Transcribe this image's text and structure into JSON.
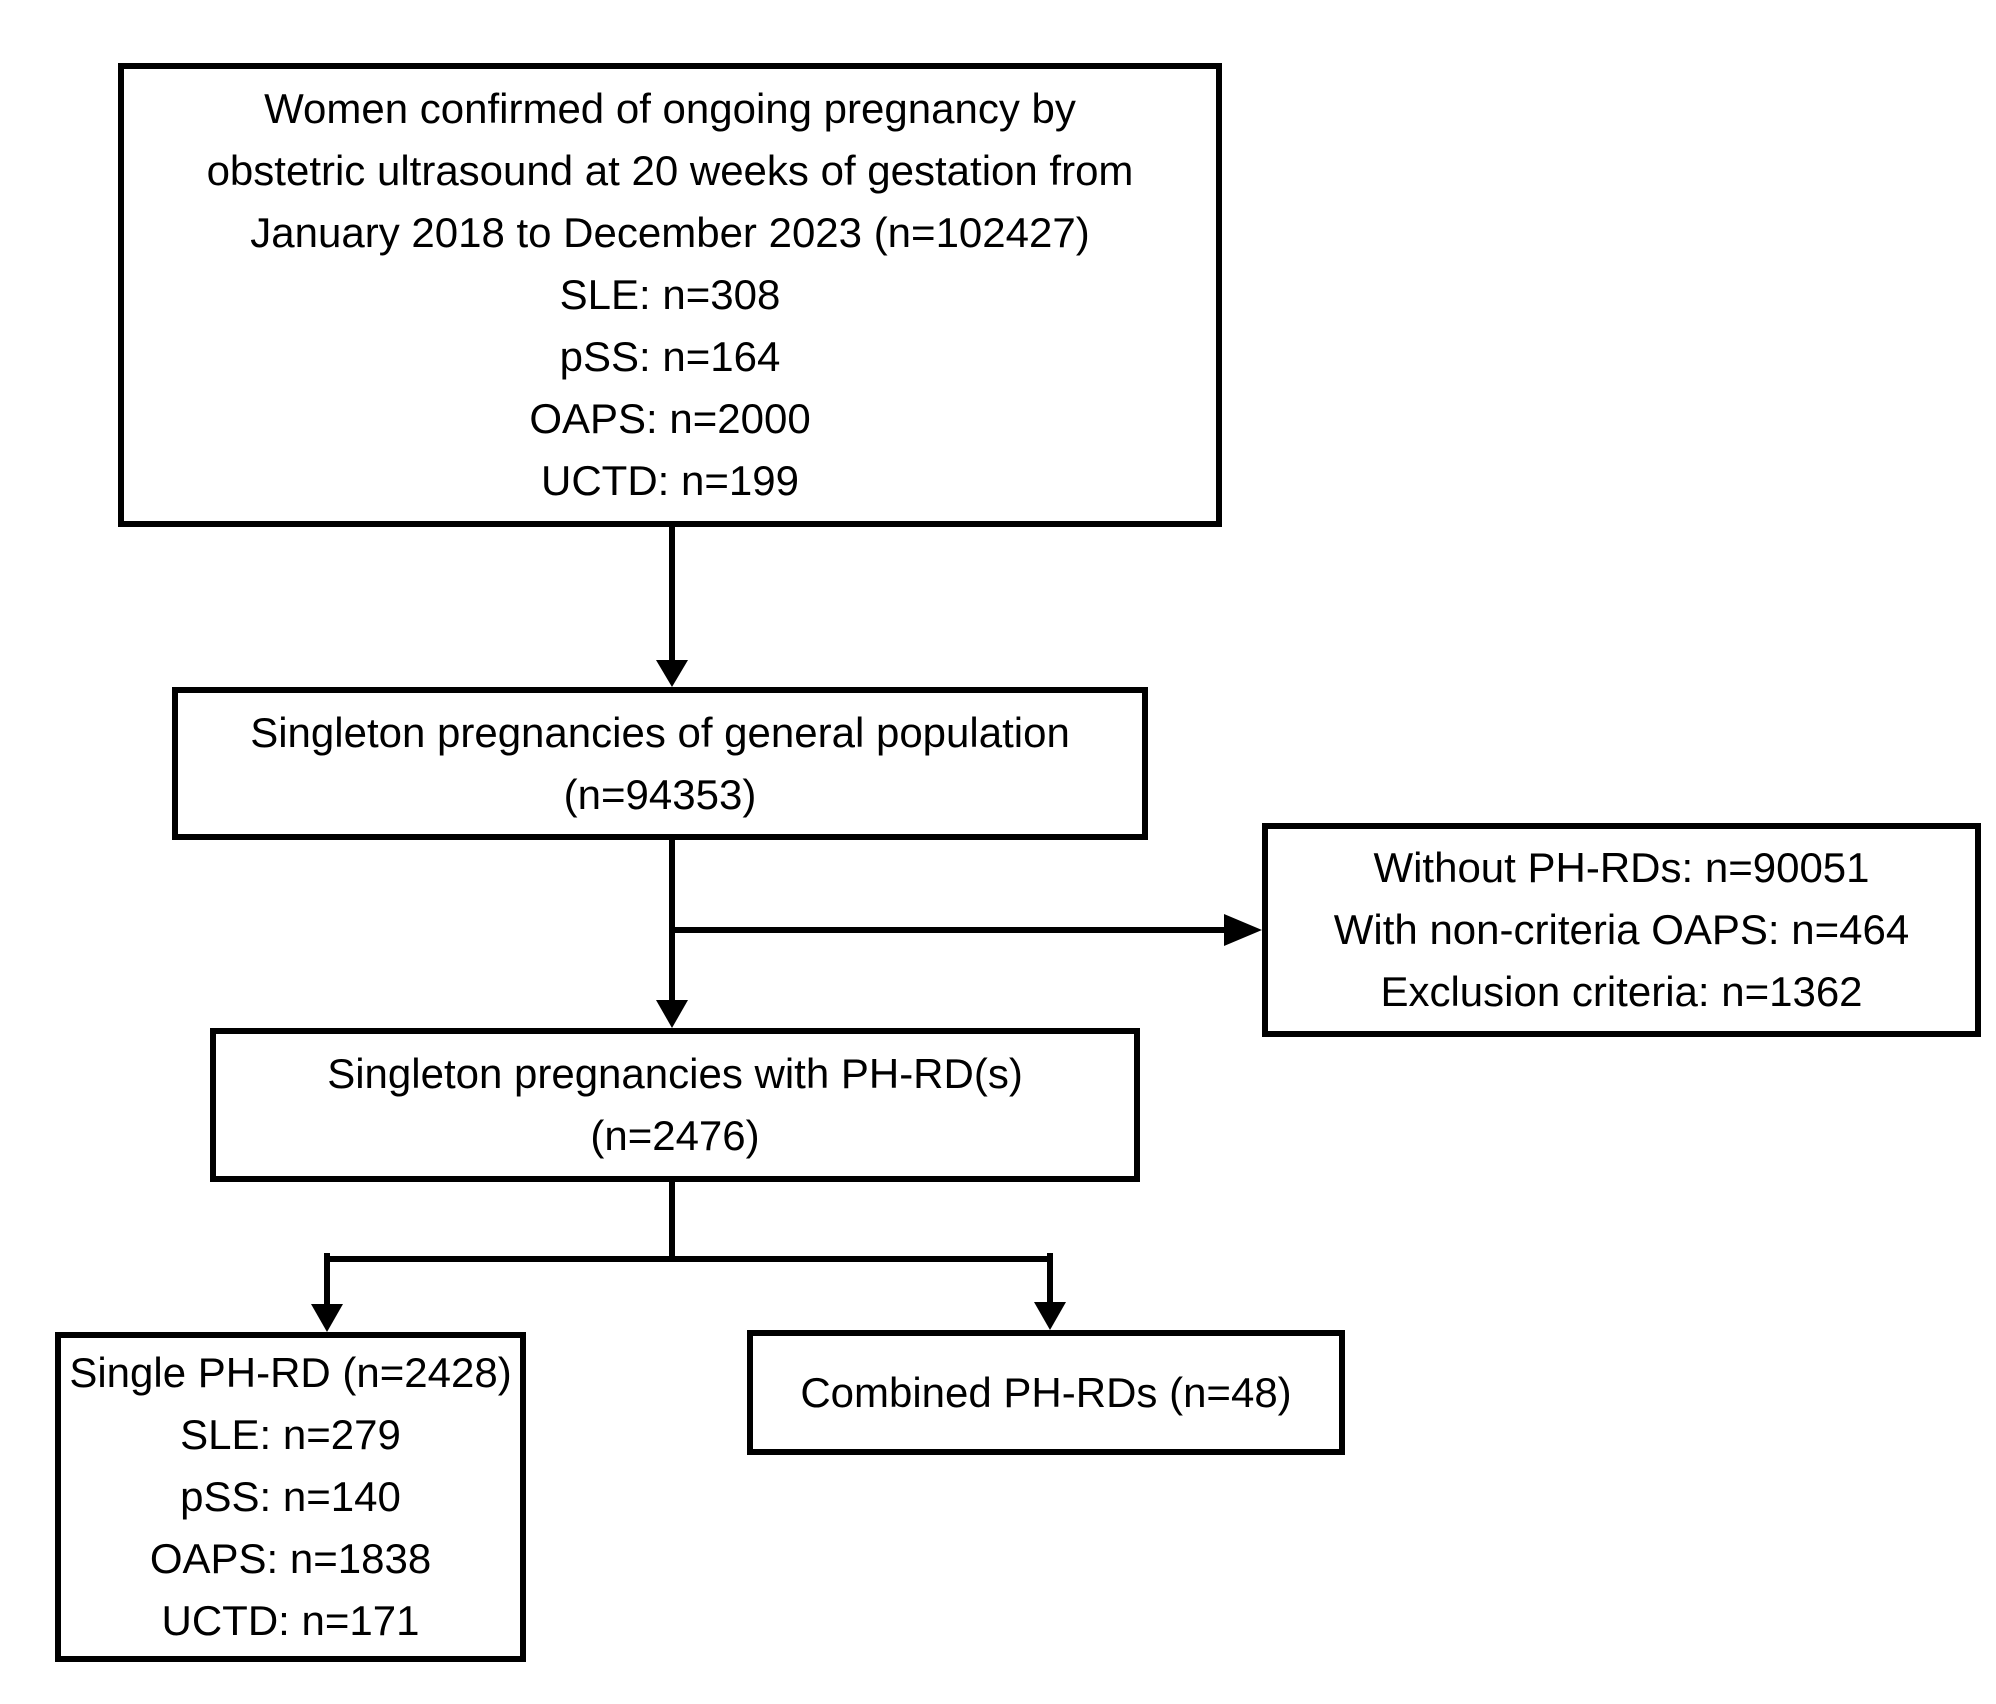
{
  "colors": {
    "background": "#ffffff",
    "line": "#000000",
    "text": "#000000"
  },
  "boxes": {
    "population": {
      "lines": [
        "Women confirmed of ongoing pregnancy by",
        "obstetric ultrasound at 20 weeks of gestation from",
        "January 2018 to December 2023 (n=102427)",
        "SLE: n=308",
        "pSS: n=164",
        "OAPS: n=2000",
        "UCTD: n=199"
      ]
    },
    "singleton_general": {
      "lines": [
        "Singleton pregnancies of general population",
        "(n=94353)"
      ]
    },
    "excluded": {
      "lines": [
        "Without PH-RDs: n=90051",
        "With non-criteria OAPS: n=464",
        "Exclusion criteria: n=1362"
      ]
    },
    "singleton_phrd": {
      "lines": [
        "Singleton pregnancies with PH-RD(s)",
        "(n=2476)"
      ]
    },
    "single_phrd": {
      "lines": [
        "Single PH-RD (n=2428)",
        "SLE: n=279",
        "pSS: n=140",
        "OAPS: n=1838",
        "UCTD: n=171"
      ]
    },
    "combined_phrd": {
      "lines": [
        "Combined PH-RDs (n=48)"
      ]
    }
  },
  "edges": [
    {
      "from": "population",
      "to": "singleton_general"
    },
    {
      "from": "singleton_general",
      "to": "excluded"
    },
    {
      "from": "singleton_general",
      "to": "singleton_phrd"
    },
    {
      "from": "singleton_phrd",
      "to": "single_phrd"
    },
    {
      "from": "singleton_phrd",
      "to": "combined_phrd"
    }
  ]
}
